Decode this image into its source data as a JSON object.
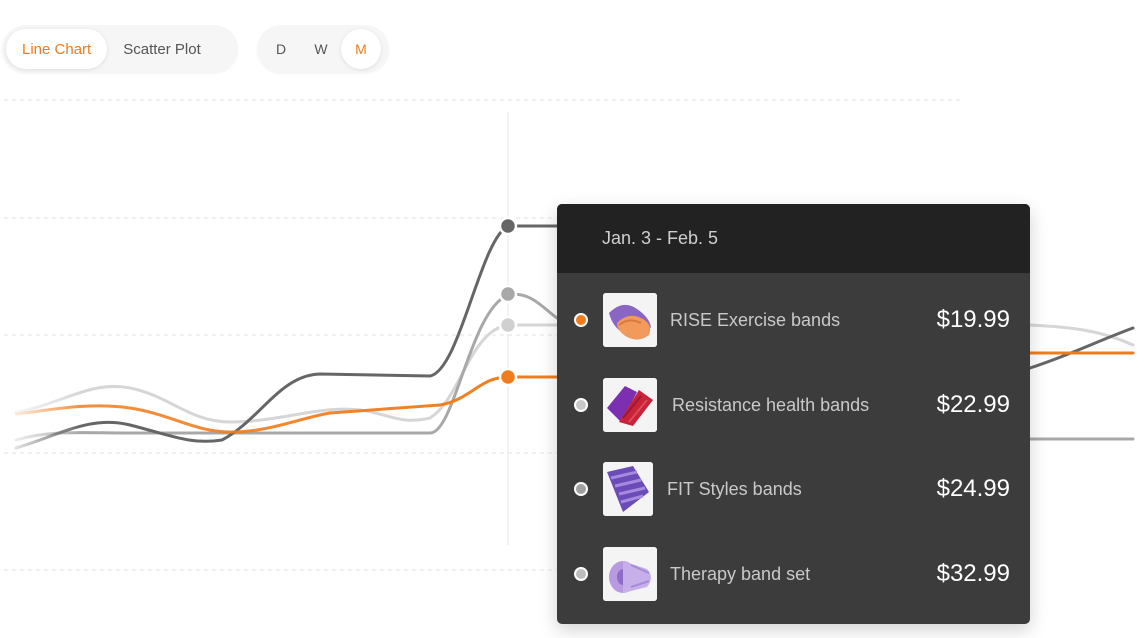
{
  "chart_type_toggle": {
    "options": [
      {
        "label": "Line Chart",
        "active": true
      },
      {
        "label": "Scatter Plot",
        "active": false
      }
    ]
  },
  "period_toggle": {
    "options": [
      {
        "label": "D",
        "active": false
      },
      {
        "label": "W",
        "active": false
      },
      {
        "label": "M",
        "active": true
      }
    ]
  },
  "colors": {
    "accent": "#f07c1c",
    "series_dark": "#666666",
    "series_mid": "#a8a8a8",
    "series_light": "#cfcfcf",
    "tooltip_bg": "#3c3c3c",
    "tooltip_header_bg": "#222222"
  },
  "tooltip": {
    "date_range": "Jan. 3 - Feb. 5",
    "items": [
      {
        "name": "RISE Exercise bands",
        "price": "$19.99",
        "dot_color": "#f07c1c",
        "thumb_icon": "exercise-band-orange-purple-icon"
      },
      {
        "name": "Resistance health bands",
        "price": "$22.99",
        "dot_color": "#c8c8c8",
        "thumb_icon": "exercise-band-red-purple-icon"
      },
      {
        "name": "FIT Styles bands",
        "price": "$24.99",
        "dot_color": "#a0a0a0",
        "thumb_icon": "exercise-band-set-purple-icon"
      },
      {
        "name": "Therapy band set",
        "price": "$32.99",
        "dot_color": "#bdbdbd",
        "thumb_icon": "exercise-band-roll-lavender-icon"
      }
    ]
  }
}
